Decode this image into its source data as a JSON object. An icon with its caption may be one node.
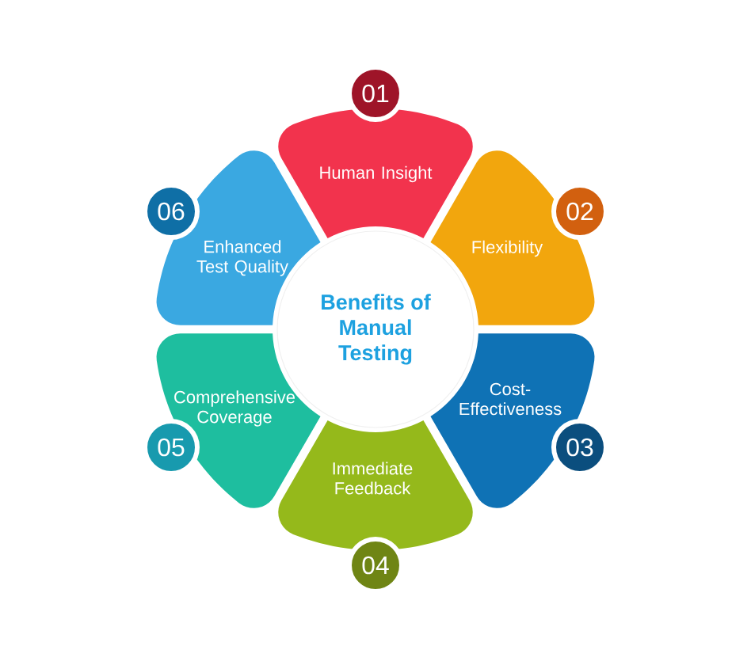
{
  "diagram": {
    "nodes": [
      {
        "text": [
          "Benefits of Manual Testing"
        ]
      },
      {
        "text": [
          "01"
        ]
      },
      {
        "text": [
          "Human Insight"
        ]
      },
      {
        "text": [
          "02"
        ]
      },
      {
        "text": [
          "Flexibility"
        ]
      },
      {
        "text": [
          "03"
        ]
      },
      {
        "text": [
          "Cost-Effectiveness"
        ]
      },
      {
        "text": [
          "04"
        ]
      },
      {
        "text": [
          "Immediate Feedback"
        ]
      },
      {
        "text": [
          "05"
        ]
      },
      {
        "text": [
          "Comprehensive Coverage"
        ]
      },
      {
        "text": [
          "06"
        ]
      },
      {
        "text": [
          "Enhanced Test Quality"
        ]
      }
    ]
  }
}
